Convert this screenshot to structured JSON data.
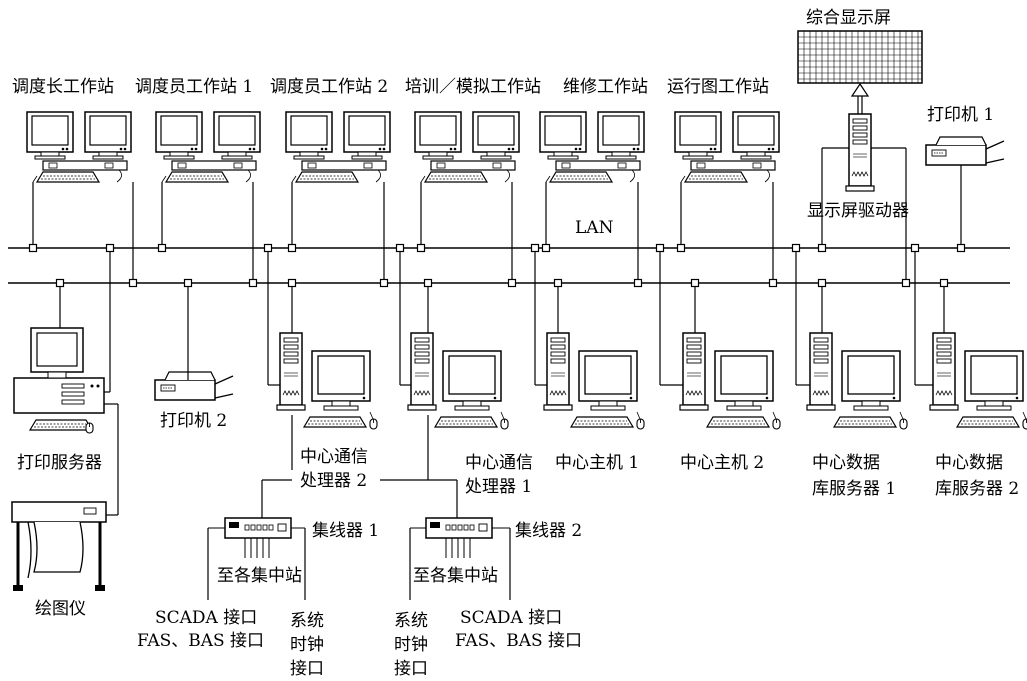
{
  "workstations": [
    {
      "label": "调度长工作站"
    },
    {
      "label": "调度员工作站 1"
    },
    {
      "label": "调度员工作站 2"
    },
    {
      "label": "培训／模拟工作站"
    },
    {
      "label": "维修工作站"
    },
    {
      "label": "运行图工作站"
    }
  ],
  "display": {
    "screen_label": "综合显示屏",
    "driver_label": "显示屏驱动器"
  },
  "printer1": {
    "label": "打印机 1"
  },
  "printer2": {
    "label": "打印机 2"
  },
  "lan": {
    "label": "LAN"
  },
  "print_server": {
    "label": "打印服务器"
  },
  "plotter": {
    "label": "绘图仪"
  },
  "servers": [
    {
      "line1": "中心通信",
      "line2": "处理器 2"
    },
    {
      "line1": "中心通信",
      "line2": "处理器 1"
    },
    {
      "line1": "中心主机 1",
      "line2": ""
    },
    {
      "line1": "中心主机 2",
      "line2": ""
    },
    {
      "line1": "中心数据",
      "line2": "库服务器 1"
    },
    {
      "line1": "中心数据",
      "line2": "库服务器 2"
    }
  ],
  "hubs": [
    {
      "label": "集线器 1",
      "to_stations": "至各集中站",
      "iface_a1": "SCADA 接口",
      "iface_a2": "FAS、BAS 接口",
      "clock1": "系统",
      "clock2": "时钟",
      "clock3": "接口"
    },
    {
      "label": "集线器 2",
      "to_stations": "至各集中站",
      "iface_a1": "SCADA 接口",
      "iface_a2": "FAS、BAS 接口",
      "clock1": "系统",
      "clock2": "时钟",
      "clock3": "接口"
    }
  ]
}
